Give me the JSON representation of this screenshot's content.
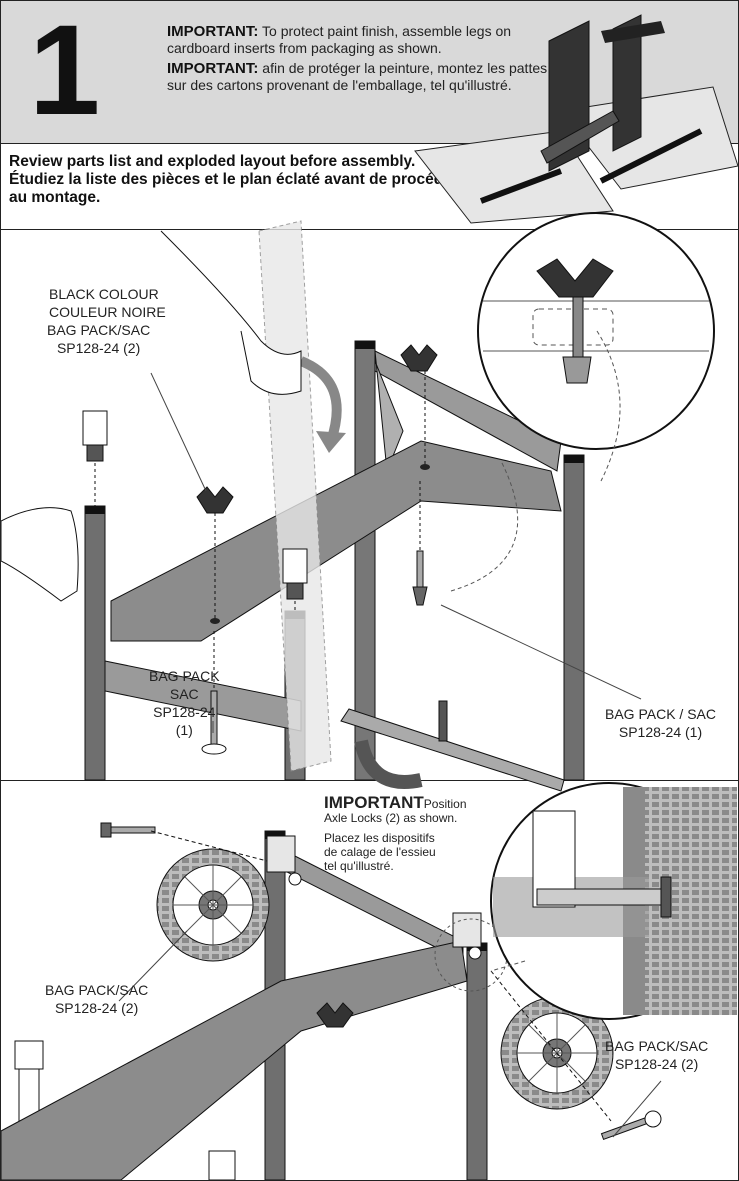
{
  "step": {
    "number": "1"
  },
  "header": {
    "important_en_label": "IMPORTANT:",
    "important_en_text": "To protect paint finish, assemble legs on cardboard inserts from packaging as shown.",
    "important_fr_label": "IMPORTANT:",
    "important_fr_text": "afin de protéger la peinture, montez les pattes sur des cartons provenant de l'emballage, tel qu'illustré."
  },
  "review": {
    "en": "Review parts list and exploded layout before assembly.",
    "fr": "Étudiez la liste des pièces et le plan éclaté avant de procéder au montage."
  },
  "labels": {
    "black_colour_1": "BLACK COLOUR",
    "black_colour_2": "COULEUR NOIRE",
    "bag_left_1": "BAG PACK/SAC",
    "bag_left_2": "SP128-24 (2)",
    "bag_mid_1": "BAG PACK",
    "bag_mid_2": "SAC",
    "bag_mid_3": "SP128-24",
    "bag_mid_4": "(1)",
    "bag_right_1": "BAG PACK / SAC",
    "bag_right_2": "SP128-24 (1)",
    "bag_wheel_left_1": "BAG PACK/SAC",
    "bag_wheel_left_2": "SP128-24 (2)",
    "bag_wheel_right_1": "BAG PACK/SAC",
    "bag_wheel_right_2": "SP128-24 (2)"
  },
  "axle_note": {
    "important": "IMPORTANT",
    "en_rest": "Position",
    "en_line2": "Axle Locks (2) as shown.",
    "fr_1": "Placez les dispositifs",
    "fr_2": "de calage de l'essieu",
    "fr_3": "tel qu'illustré."
  },
  "colors": {
    "header_bg": "#d9d9d9",
    "steel": "#6f6f6f",
    "steel_light": "#a8a8a8",
    "outline": "#111111"
  }
}
